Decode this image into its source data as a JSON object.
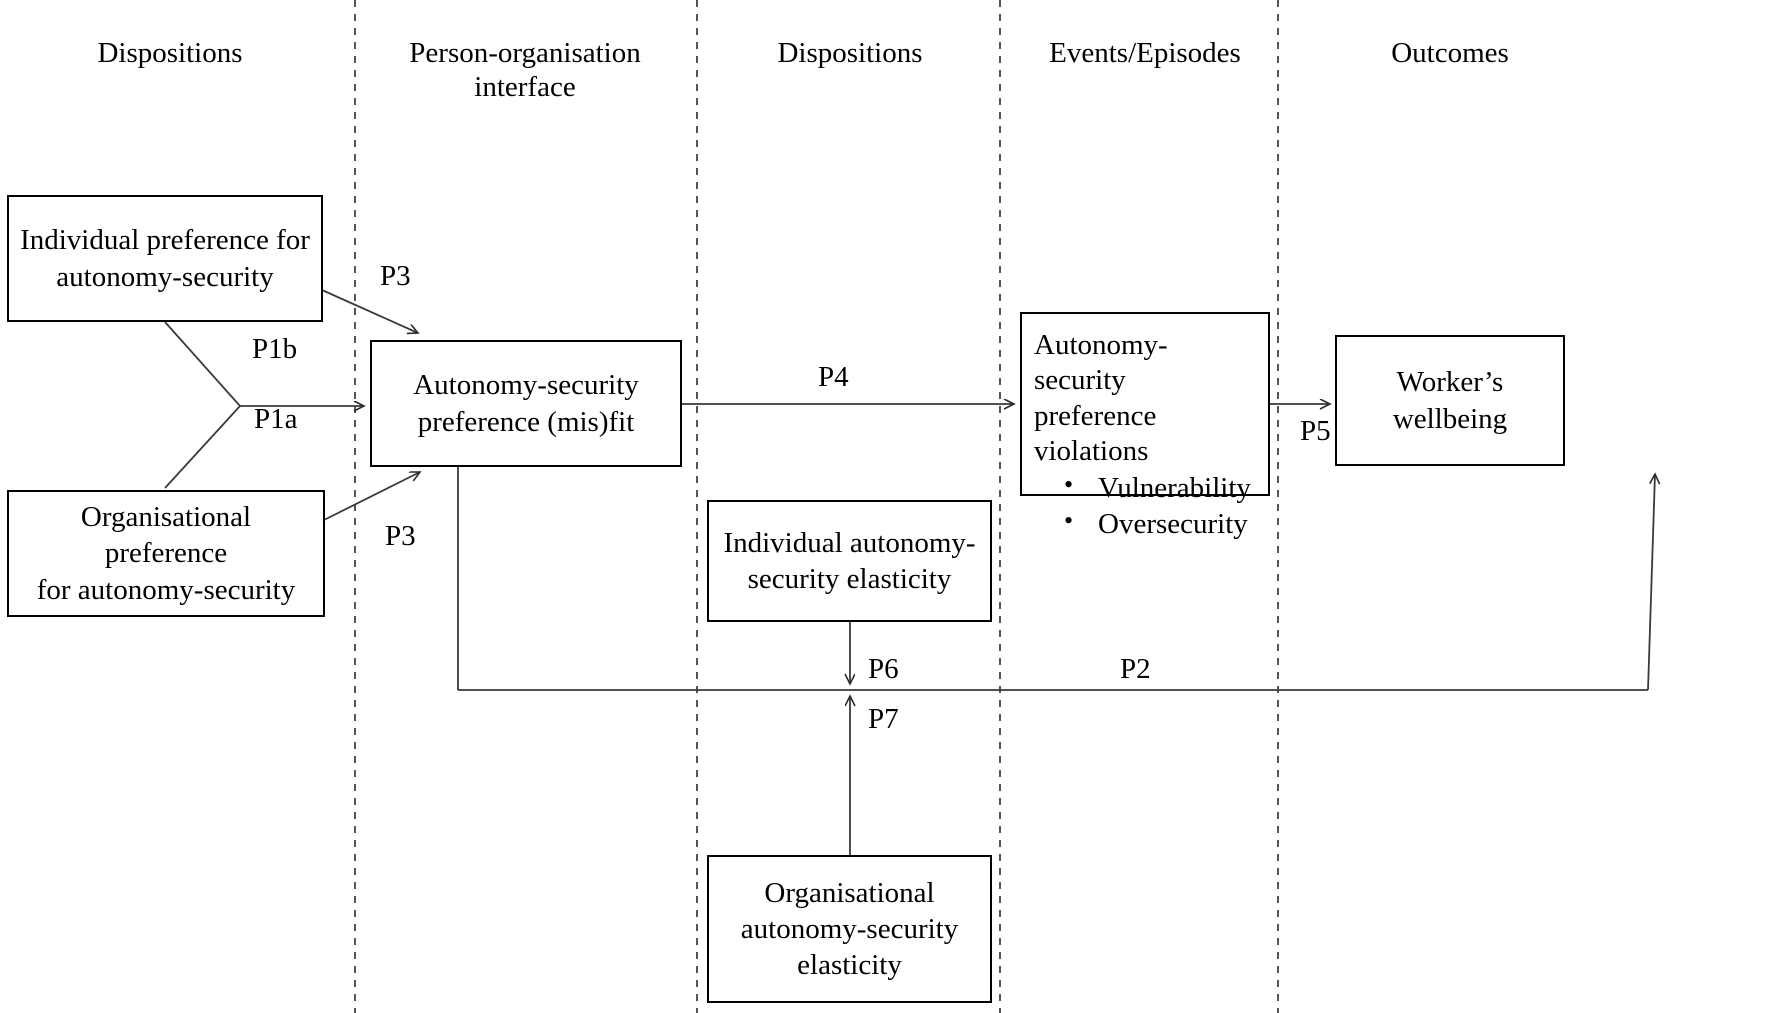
{
  "diagram": {
    "title": "Autonomy-security preference (mis)fit conceptual model",
    "background_color": "#ffffff",
    "line_color": "#000000",
    "divider_style": "dashed"
  },
  "columns": [
    {
      "id": "col-dispositions-left",
      "label": "Dispositions"
    },
    {
      "id": "col-person-organisation-interface",
      "label": "Person-organisation\ninterface"
    },
    {
      "id": "col-dispositions-right",
      "label": "Dispositions"
    },
    {
      "id": "col-events-episodes",
      "label": "Events/Episodes"
    },
    {
      "id": "col-outcomes",
      "label": "Outcomes"
    }
  ],
  "nodes": {
    "individual_preference": {
      "label": "Individual preference for\nautonomy-security"
    },
    "organisational_preference": {
      "label": "Organisational preference\nfor autonomy-security"
    },
    "misfit": {
      "label": "Autonomy-security\npreference (mis)fit"
    },
    "violations": {
      "title": "Autonomy-security\npreference violations",
      "bullets": [
        "Vulnerability",
        "Oversecurity"
      ]
    },
    "individual_elasticity": {
      "label": "Individual autonomy-\nsecurity elasticity"
    },
    "organisational_elasticity": {
      "label": "Organisational\nautonomy-security\nelasticity"
    },
    "wellbeing": {
      "label": "Worker’s\nwellbeing"
    }
  },
  "edge_labels": {
    "p1a": "P1a",
    "p1b": "P1b",
    "p2": "P2",
    "p3_top": "P3",
    "p3_bottom": "P3",
    "p4": "P4",
    "p5": "P5",
    "p6": "P6",
    "p7": "P7"
  }
}
